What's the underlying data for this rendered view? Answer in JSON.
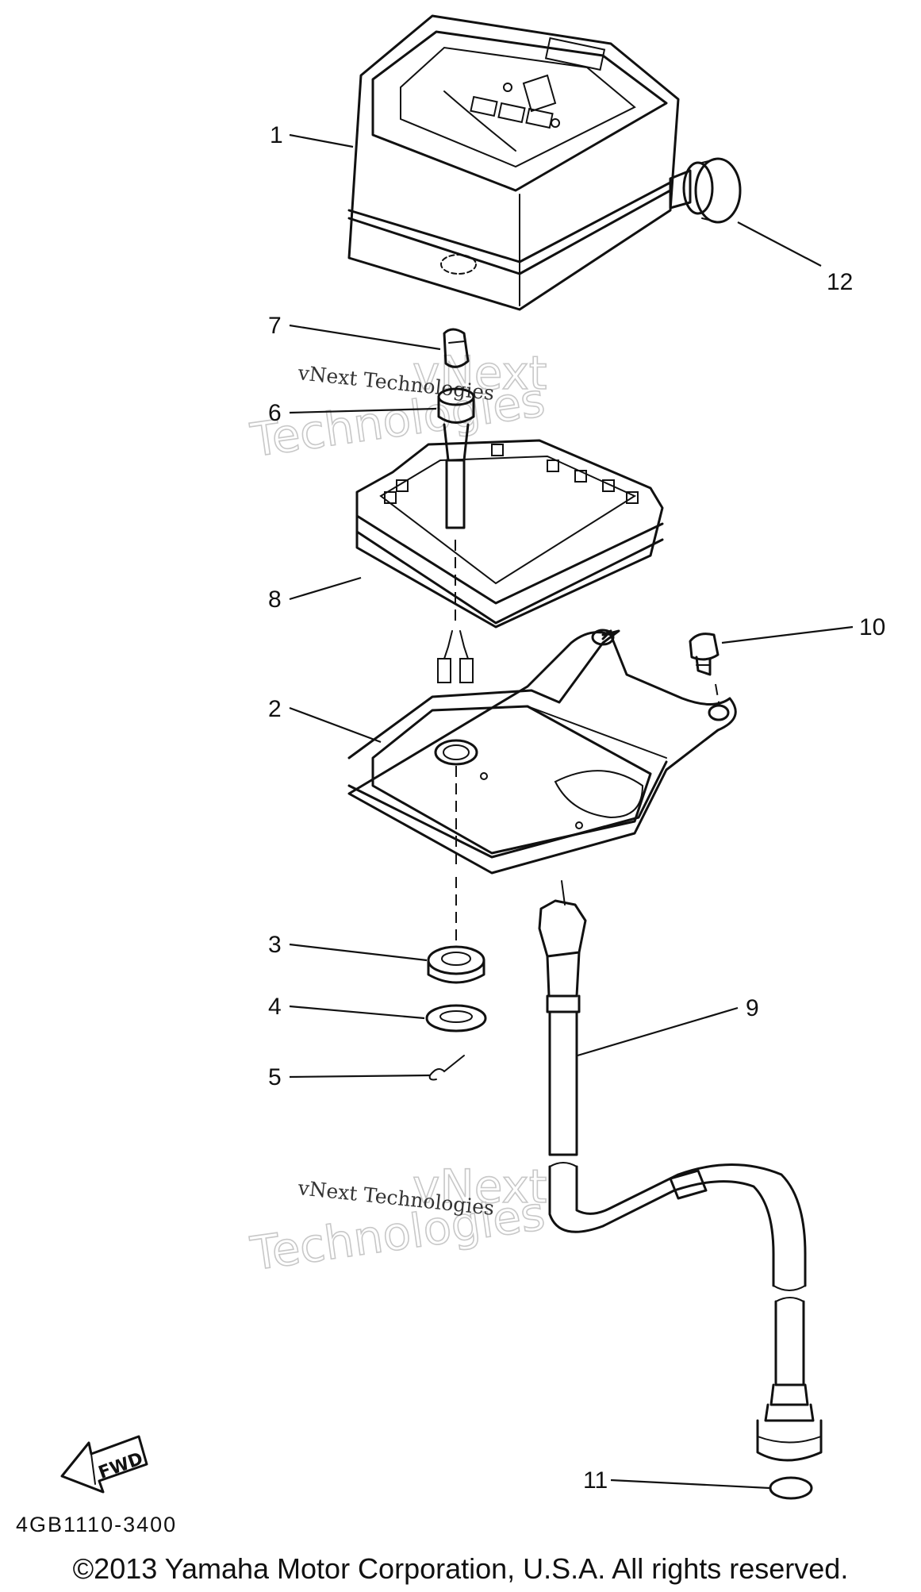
{
  "callouts": [
    {
      "number": "1"
    },
    {
      "number": "2"
    },
    {
      "number": "3"
    },
    {
      "number": "4"
    },
    {
      "number": "5"
    },
    {
      "number": "6"
    },
    {
      "number": "7"
    },
    {
      "number": "8"
    },
    {
      "number": "9"
    },
    {
      "number": "10"
    },
    {
      "number": "11"
    },
    {
      "number": "12"
    }
  ],
  "fwd_label": "FWD",
  "diagram_code": "4GB1110-3400",
  "watermarks": [
    {
      "line1": "vNext",
      "line2": "Technologies",
      "caption": "vNext Technologies"
    },
    {
      "line1": "vNext",
      "line2": "Technologies",
      "caption": "vNext Technologies"
    }
  ],
  "copyright": "©2013 Yamaha Motor Corporation, U.S.A. All rights reserved."
}
